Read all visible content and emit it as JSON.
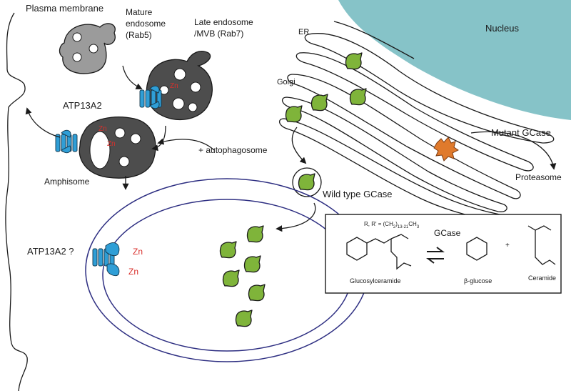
{
  "labels": {
    "plasma_membrane": "Plasma membrane",
    "mature_endosome_1": "Mature",
    "mature_endosome_2": "endosome",
    "mature_endosome_3": "(Rab5)",
    "late_endosome_1": "Late endosome",
    "late_endosome_2": "/MVB (Rab7)",
    "atp13a2": "ATP13A2",
    "atp13a2_q": "ATP13A2 ?",
    "amphisome": "Amphisome",
    "autophagosome": "+ autophagosome",
    "er": "ER",
    "golgi": "Golgi",
    "nucleus": "Nucleus",
    "mutant_gcase": "Mutant GCase",
    "proteasome": "Proteasome",
    "wild_type_gcase": "Wild type GCase",
    "zn": "Zn"
  },
  "reaction": {
    "formula_prefix": "R, R' = (CH",
    "formula_sub1": "2",
    "formula_paren": ")",
    "formula_sub2": "13-21",
    "formula_suffix": "CH",
    "formula_sub3": "3",
    "enzyme": "GCase",
    "substrate": "Glucosylceramide",
    "product1": "β-glucose",
    "plus": "+",
    "product2": "Ceramide"
  },
  "colors": {
    "gcase_green": "#7fb43a",
    "mutant_orange": "#e07a2c",
    "nucleus_teal": "#86c3c8",
    "channel_blue": "#2f9ed6",
    "lysosome_membrane": "#2e2f82",
    "zinc_red": "#d9302c"
  }
}
